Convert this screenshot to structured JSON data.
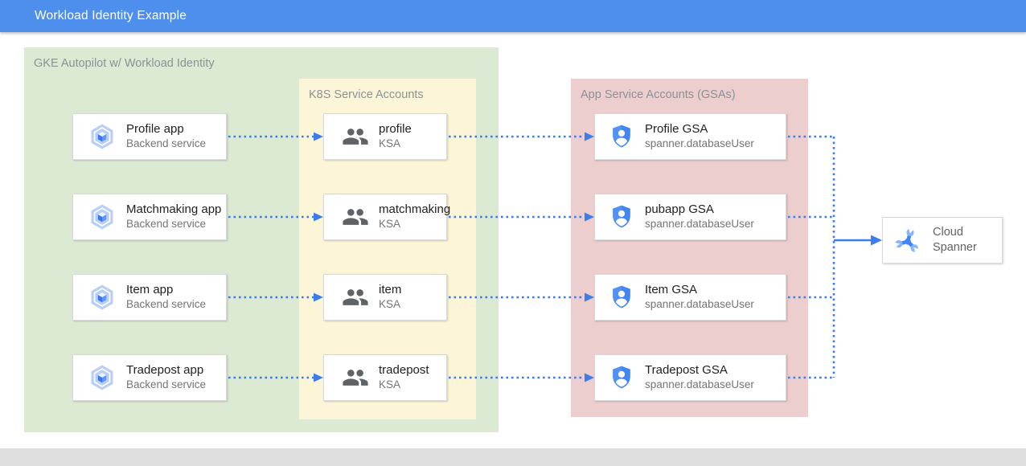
{
  "window": {
    "title": "Workload Identity Example"
  },
  "containers": {
    "gke": {
      "title": "GKE Autopilot w/ Workload Identity"
    },
    "ksa": {
      "title": "K8S Service Accounts"
    },
    "gsa": {
      "title": "App Service Accounts (GSAs)"
    }
  },
  "apps": [
    {
      "title": "Profile app",
      "subtitle": "Backend service"
    },
    {
      "title": "Matchmaking app",
      "subtitle": "Backend service"
    },
    {
      "title": "Item app",
      "subtitle": "Backend service"
    },
    {
      "title": "Tradepost app",
      "subtitle": "Backend service"
    }
  ],
  "ksas": [
    {
      "title": "profile",
      "subtitle": "KSA"
    },
    {
      "title": "matchmaking",
      "subtitle": "KSA"
    },
    {
      "title": "item",
      "subtitle": "KSA"
    },
    {
      "title": "tradepost",
      "subtitle": "KSA"
    }
  ],
  "gsas": [
    {
      "title": "Profile GSA",
      "subtitle": "spanner.databaseUser"
    },
    {
      "title": "pubapp GSA",
      "subtitle": "spanner.databaseUser"
    },
    {
      "title": "Item GSA",
      "subtitle": "spanner.databaseUser"
    },
    {
      "title": "Tradepost GSA",
      "subtitle": "spanner.databaseUser"
    }
  ],
  "spanner": {
    "title": "Cloud Spanner"
  },
  "icons": {
    "app": "gke-hexagon-icon",
    "ksa": "people-group-icon",
    "gsa": "shield-user-icon",
    "spanner": "spanner-wrench-icon"
  },
  "colors": {
    "header_bg": "#4e8eec",
    "gke_bg": "#dce9d3",
    "ksa_bg": "#fcf5d7",
    "gsa_bg": "#ebcecd",
    "arrow": "#3b7ded",
    "footer_bg": "#dfdfdf"
  }
}
